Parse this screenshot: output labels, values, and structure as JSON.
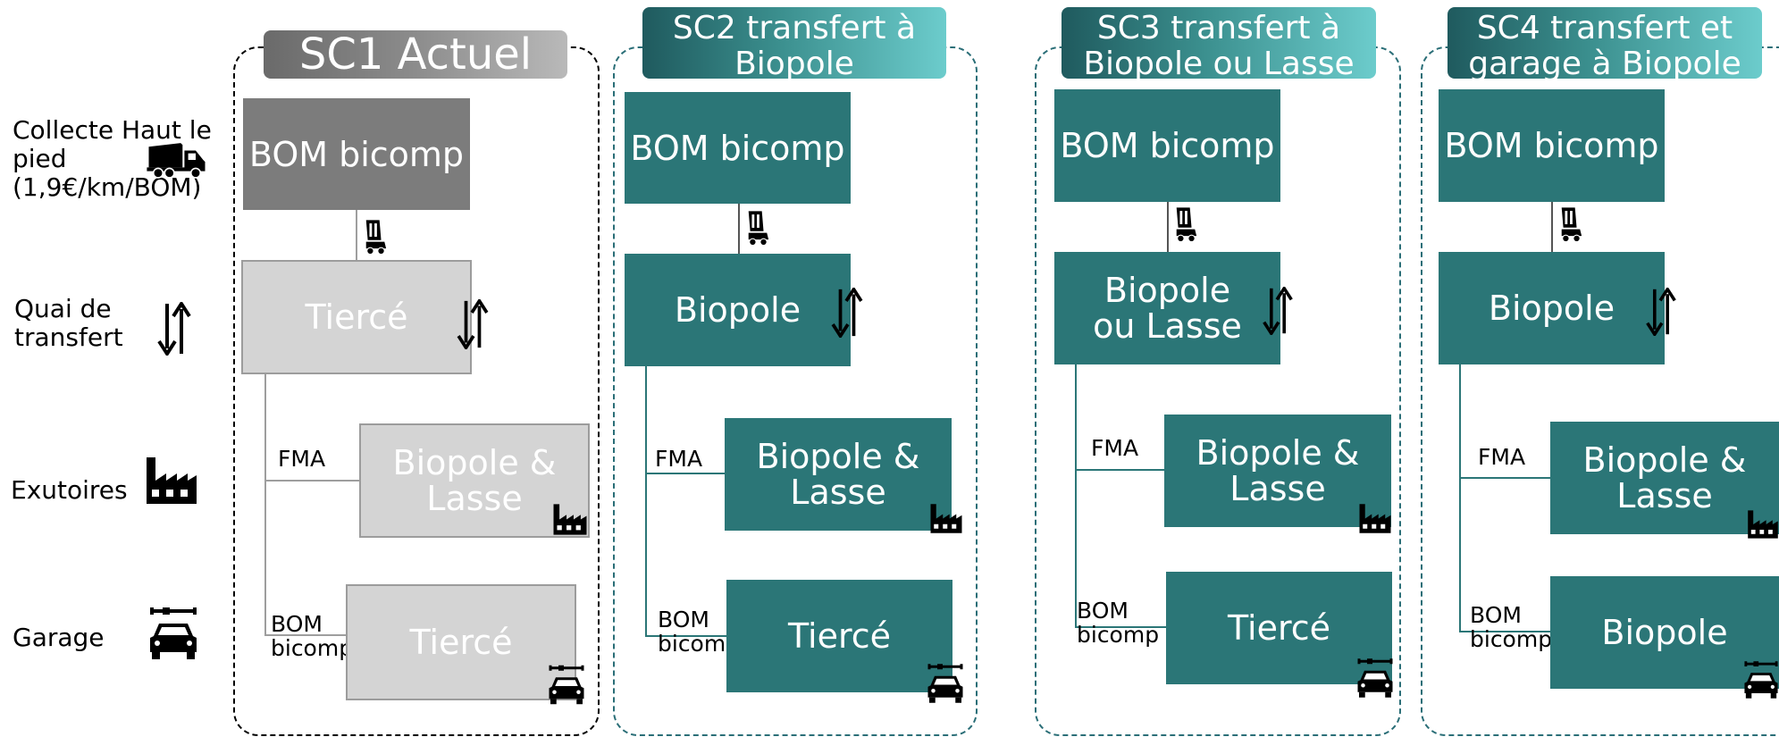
{
  "legend": {
    "collecte": "Collecte Haut le pied (1,9€/km/BOM)",
    "quai": "Quai de transfert",
    "exutoires": "Exutoires",
    "garage": "Garage"
  },
  "scenarios": [
    {
      "title": "SC1 Actuel",
      "collecte_box": "BOM bicomp",
      "quai_box": "Tiercé",
      "exutoire_box": "Biopole & Lasse",
      "garage_box": "Tiercé",
      "fma_label": "FMA",
      "bom_label": "BOM bicomp"
    },
    {
      "title": "SC2 transfert à Biopole",
      "collecte_box": "BOM bicomp",
      "quai_box": "Biopole",
      "exutoire_box": "Biopole & Lasse",
      "garage_box": "Tiercé",
      "fma_label": "FMA",
      "bom_label": "BOM bicomp"
    },
    {
      "title": "SC3 transfert à Biopole ou Lasse",
      "collecte_box": "BOM bicomp",
      "quai_box": "Biopole ou Lasse",
      "exutoire_box": "Biopole & Lasse",
      "garage_box": "Tiercé",
      "fma_label": "FMA",
      "bom_label": "BOM bicomp"
    },
    {
      "title": "SC4 transfert et garage à Biopole",
      "collecte_box": "BOM bicomp",
      "quai_box": "Biopole",
      "exutoire_box": "Biopole & Lasse",
      "garage_box": "Biopole",
      "fma_label": "FMA",
      "bom_label": "BOM bicomp"
    }
  ],
  "icons": [
    "truck-icon",
    "transfer-arrows-icon",
    "factory-icon",
    "car-wrench-icon",
    "truck-tipper-icon"
  ],
  "colors": {
    "teal": "#2b7677",
    "gray_dark": "#7c7c7c",
    "gray_light": "#d4d4d4"
  }
}
